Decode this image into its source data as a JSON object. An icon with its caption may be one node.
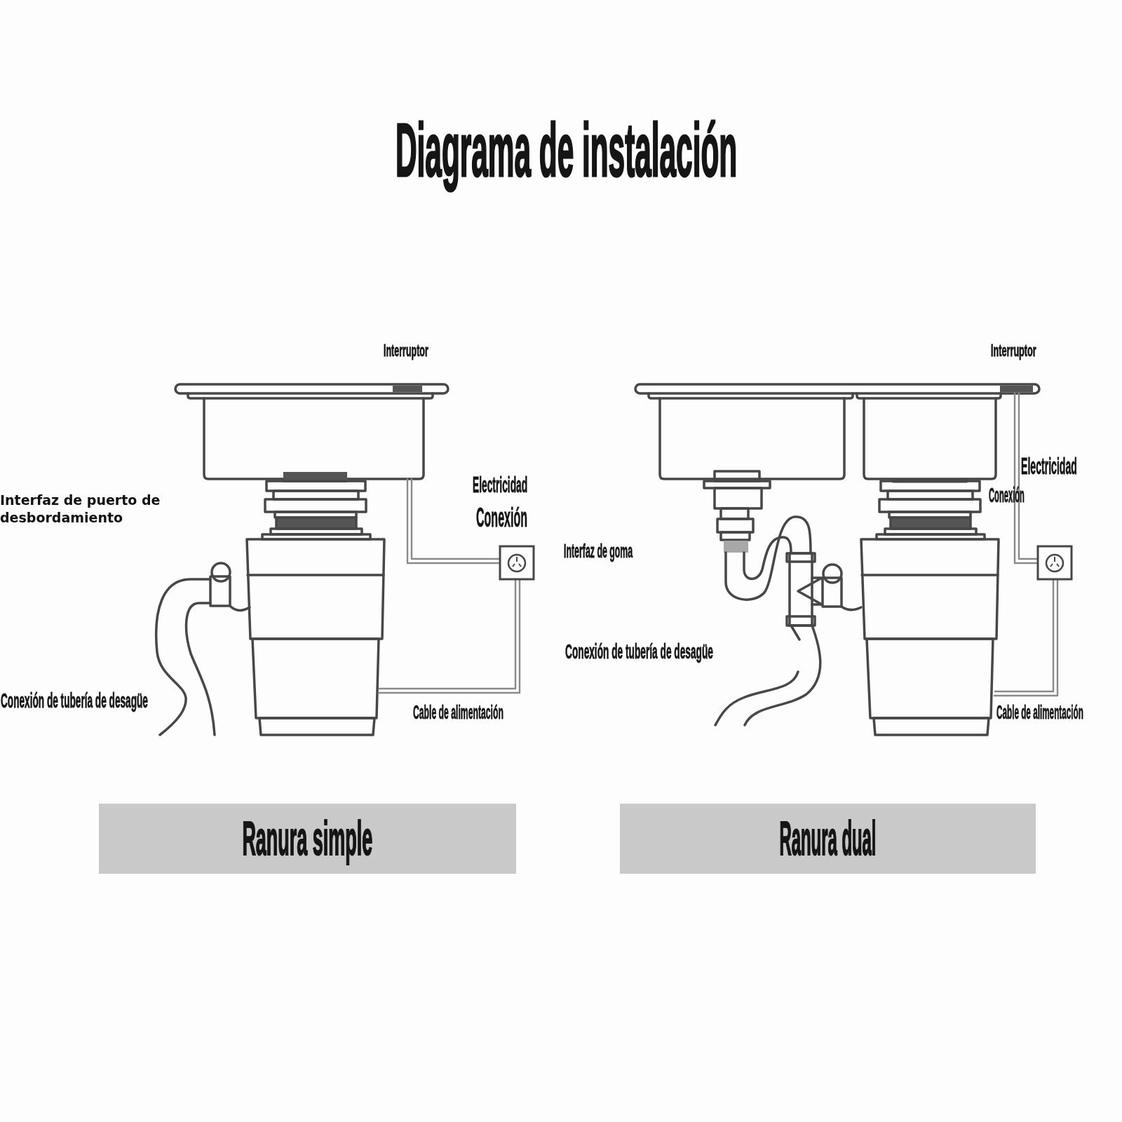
{
  "diagram": {
    "title": "Diagrama de instalación",
    "nodes": [
      {
        "text": [
          "Ranura simple"
        ]
      },
      {
        "text": [
          "Ranura dual"
        ]
      }
    ],
    "labels": [
      "Interruptor",
      "Interfaz de puerto de desbordamiento",
      "Electricidad",
      "Conexión",
      "Conexión de tubería de desagüe",
      "Cable de alimentación",
      "Interruptor",
      "Electricidad",
      "Conexión",
      "Interfaz de goma",
      "Conexión de tubería de desagüe",
      "Cable de alimentación"
    ]
  }
}
